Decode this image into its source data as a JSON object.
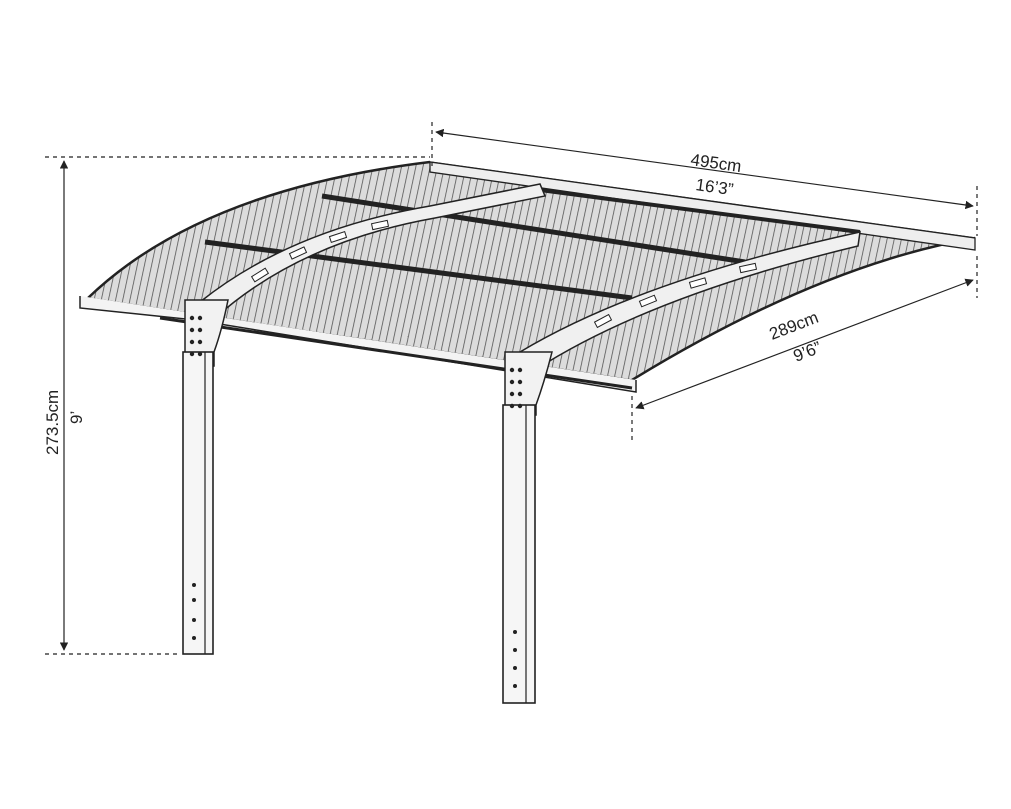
{
  "dimensions": {
    "length": {
      "metric": "495cm",
      "imperial": "16’3”"
    },
    "depth": {
      "metric": "289cm",
      "imperial": "9’6”"
    },
    "height": {
      "metric": "273.5cm",
      "imperial": "9’"
    }
  },
  "colors": {
    "line": "#222222",
    "background": "#ffffff",
    "roof_shade": "#d9d9d9"
  }
}
